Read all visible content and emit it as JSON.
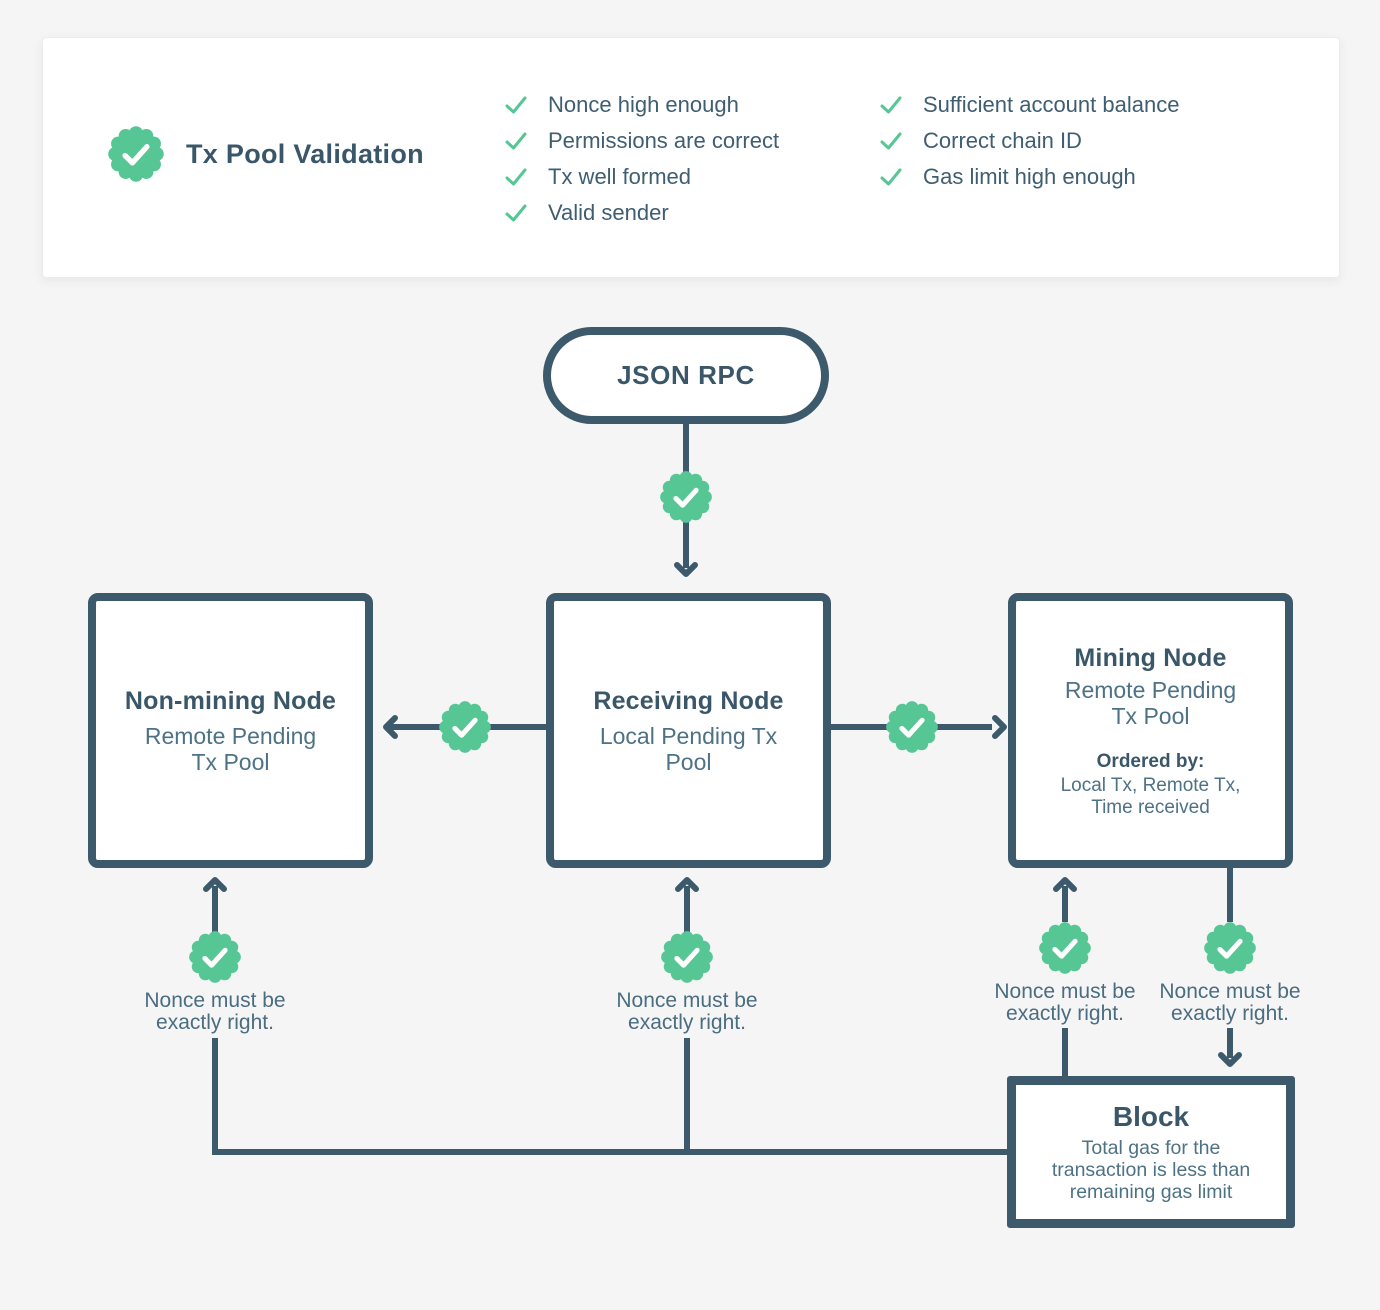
{
  "colors": {
    "accent_green": "#56c794",
    "slate": "#3d5a6c",
    "slate_light": "#4e7285",
    "background": "#f5f5f6"
  },
  "legend": {
    "title": "Tx Pool Validation",
    "checks_left": [
      "Nonce high enough",
      "Permissions are correct",
      "Tx well formed",
      "Valid sender"
    ],
    "checks_right": [
      "Sufficient account balance",
      "Correct chain ID",
      "Gas limit high enough"
    ]
  },
  "flow": {
    "entry_label": "JSON RPC",
    "non_mining": {
      "title": "Non-mining Node",
      "subtitle": "Remote Pending Tx Pool"
    },
    "receiving": {
      "title": "Receiving Node",
      "subtitle": "Local Pending Tx Pool"
    },
    "mining": {
      "title": "Mining Node",
      "subtitle": "Remote Pending Tx Pool",
      "ordered_by_label": "Ordered by:",
      "ordered_by_value": "Local Tx, Remote Tx, Time received"
    },
    "block": {
      "title": "Block",
      "subtitle": "Total gas for the transaction is less than remaining gas limit"
    },
    "captions": {
      "under_non_mining": "Nonce must be exactly right.",
      "under_receiving": "Nonce must be exactly right.",
      "mining_in": "Nonce must be exactly right.",
      "mining_out": "Nonce must be exactly right."
    }
  }
}
